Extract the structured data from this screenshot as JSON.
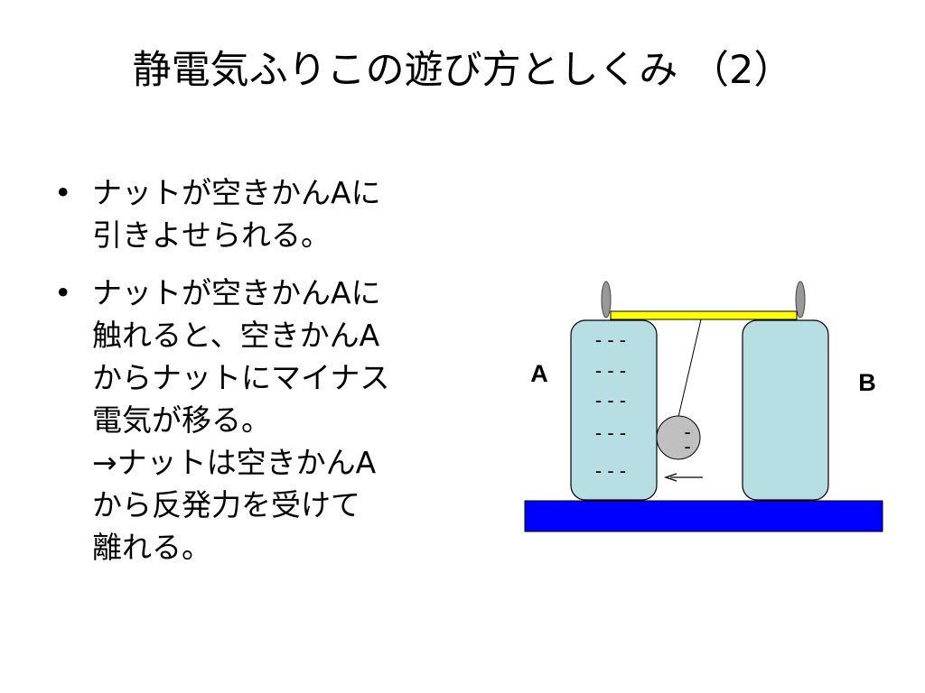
{
  "slide": {
    "title": "静電気ふりこの遊び方としくみ （2）",
    "bullet_symbol": "•",
    "bullets": [
      {
        "lines": [
          "ナットが空きかんAに",
          "引きよせられる。"
        ]
      },
      {
        "lines": [
          "ナットが空きかんAに",
          "触れると、空きかんA",
          "からナットにマイナス",
          "電気が移る。",
          "→ナットは空きかんA",
          "から反発力を受けて",
          "離れる。"
        ]
      }
    ]
  },
  "diagram": {
    "label_a": "A",
    "label_b": "B",
    "can_a_charges": [
      "- - -",
      "- - -",
      "- - -",
      "- - -",
      "- - -"
    ],
    "nut_charges": [
      "-",
      "-"
    ],
    "colors": {
      "can_fill": "#b7dee3",
      "base_fill": "#0000ff",
      "bar_fill": "#ffff00",
      "nut_fill": "#c0c0c0",
      "post_fill": "#999999"
    }
  }
}
